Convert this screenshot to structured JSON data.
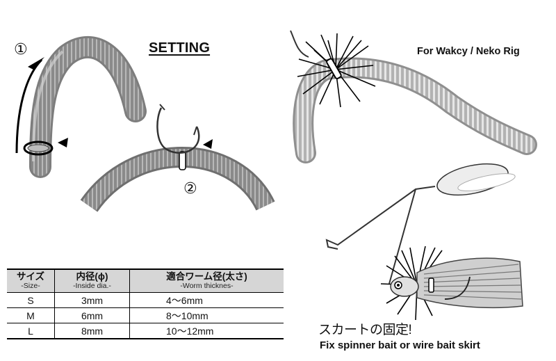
{
  "heading": "SETTING",
  "steps": {
    "one": "①",
    "two": "②"
  },
  "rig_caption": "For Wakcy / Neko Rig",
  "skirt": {
    "jp": "スカートの固定!",
    "en": "Fix spinner bait or wire bait skirt"
  },
  "table": {
    "headers": [
      {
        "main": "サイズ",
        "sub": "-Size-"
      },
      {
        "main": "内径(ϕ)",
        "sub": "-Inside dia.-"
      },
      {
        "main": "適合ワーム径(太さ)",
        "sub": "-Worm thicknes-"
      }
    ],
    "rows": [
      [
        "S",
        "3mm",
        "4～6mm"
      ],
      [
        "M",
        "6mm",
        "8～10mm"
      ],
      [
        "L",
        "8mm",
        "10～12mm"
      ]
    ]
  }
}
